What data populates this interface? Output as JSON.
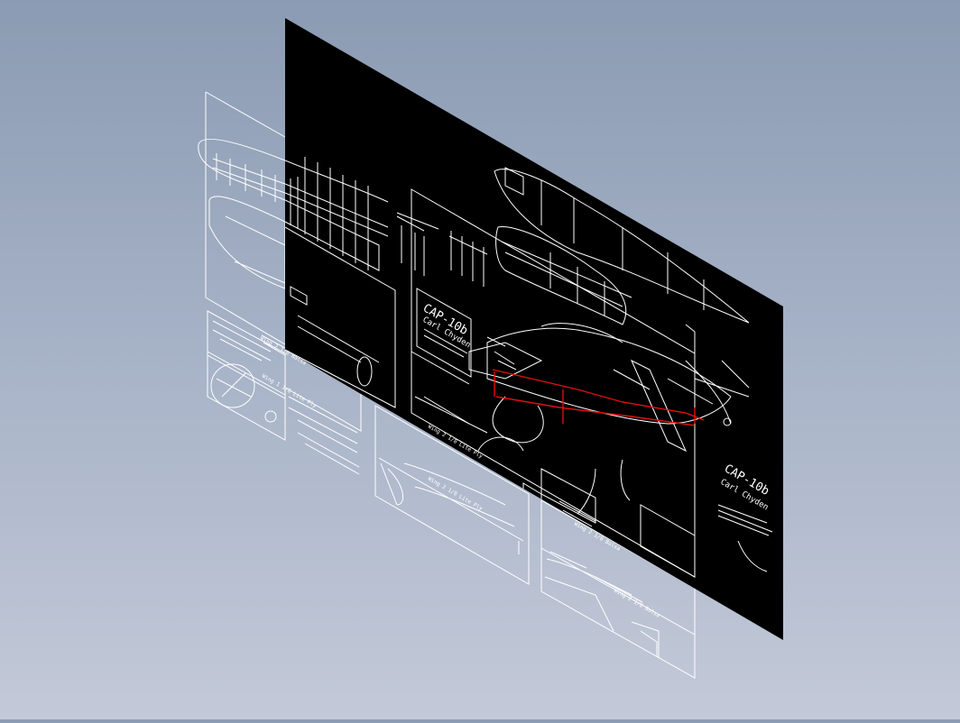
{
  "colors": {
    "background_top": "#8b9bb3",
    "background_bottom": "#c3c9d8",
    "sheet_fill": "#000000",
    "line": "#ffffff",
    "highlight": "#e01010"
  },
  "sheet_front": {
    "title": "CAP-10b",
    "subtitle": "Carl Chyden",
    "title_small": "CAP-10b",
    "subtitle_small": "Carl Chyden",
    "scale_notes": [
      "Wing 2 1/8 Lite Ply",
      "Wing 2 1/8 Balsa"
    ]
  },
  "sheet_back": {
    "scale_notes": [
      "Wing 2 1/8 Balsa",
      "Wing 1 1/8 Lite Ply",
      "Wing 2 1/8 Lite Ply",
      "Wing 2 1/8 Balsa"
    ]
  }
}
